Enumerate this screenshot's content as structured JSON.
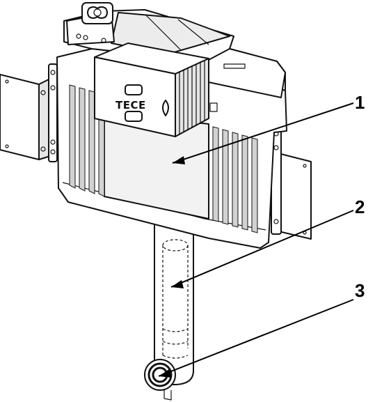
{
  "brand": {
    "logo_text": "TECE"
  },
  "callouts": [
    {
      "label": "1",
      "part": "cistern"
    },
    {
      "label": "2",
      "part": "flush-pipe"
    },
    {
      "label": "3",
      "part": "pipe-connector"
    }
  ],
  "colors": {
    "ink": "#111111",
    "fill_light": "#e6e6e6",
    "fill_dark": "#d2d2d2",
    "background": "#ffffff"
  }
}
